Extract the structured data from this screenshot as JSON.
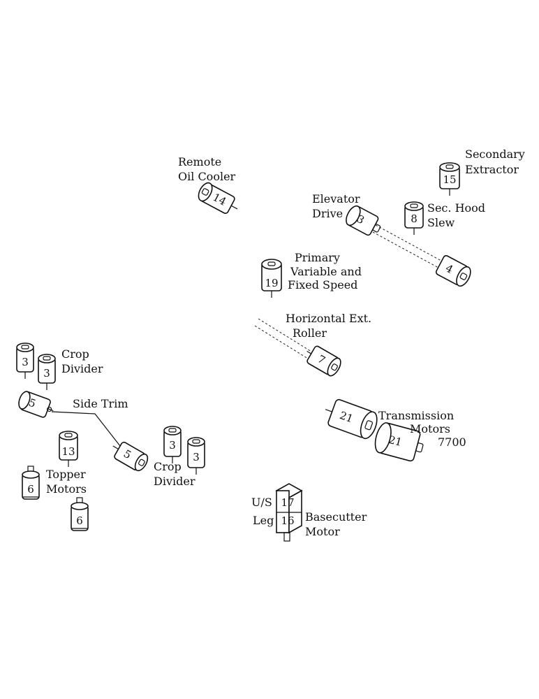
{
  "labels": {
    "remote_oil_cooler_1": "Remote",
    "remote_oil_cooler_2": "Oil Cooler",
    "secondary_extractor_1": "Secondary",
    "secondary_extractor_2": "Extractor",
    "elevator_drive_1": "Elevator",
    "elevator_drive_2": "Drive",
    "sec_hood_slew_1": "Sec. Hood",
    "sec_hood_slew_2": "Slew",
    "primary_1": "Primary",
    "primary_2": "Variable and",
    "primary_3": "Fixed Speed",
    "horizontal_ext_1": "Horizontal Ext.",
    "horizontal_ext_2": "Roller",
    "crop_divider_left_1": "Crop",
    "crop_divider_left_2": "Divider",
    "side_trim": "Side Trim",
    "transmission_1": "Transmission",
    "transmission_2": "Motors",
    "transmission_3": "7700",
    "crop_divider_right_1": "Crop",
    "crop_divider_right_2": "Divider",
    "topper_motors_1": "Topper",
    "topper_motors_2": "Motors",
    "us_leg_1": "U/S",
    "us_leg_2": "Leg",
    "basecutter_1": "Basecutter",
    "basecutter_2": "Motor"
  },
  "motors": {
    "remote_oil_cooler": "14",
    "secondary_extractor": "15",
    "elevator_drive": "3",
    "elevator_drive_end": "4",
    "sec_hood_slew": "8",
    "primary": "19",
    "horizontal_ext_roller": "7",
    "crop_divider_left_a": "3",
    "crop_divider_left_b": "3",
    "side_trim_a": "5",
    "side_trim_b": "5",
    "crop_divider_right_a": "3",
    "crop_divider_right_b": "3",
    "topper_13": "13",
    "topper_6a": "6",
    "topper_6b": "6",
    "transmission_a": "21",
    "transmission_b": "21",
    "basecutter_17": "17",
    "basecutter_16": "16"
  }
}
